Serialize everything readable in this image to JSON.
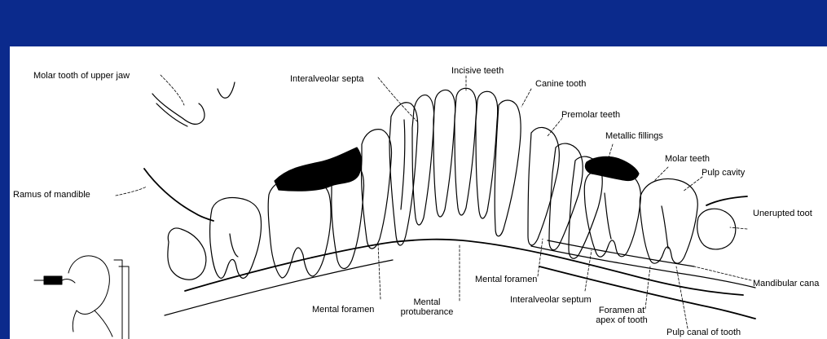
{
  "labels": {
    "molar_upper": "Molar tooth of upper jaw",
    "interalveolar_septa": "Interalveolar septa",
    "incisive_teeth": "Incisive teeth",
    "canine_tooth": "Canine tooth",
    "premolar_teeth": "Premolar teeth",
    "metallic_fillings": "Metallic fillings",
    "molar_teeth": "Molar teeth",
    "pulp_cavity": "Pulp cavity",
    "ramus": "Ramus of mandible",
    "unerupted": "Unerupted toot",
    "mandibular_canal": "Mandibular cana",
    "mental_foramen_right": "Mental foramen",
    "interalveolar_septum": "Interalveolar septum",
    "mental_foramen_left": "Mental foramen",
    "mental_protuberance_1": "Mental",
    "mental_protuberance_2": "protuberance",
    "foramen_apex_1": "Foramen at",
    "foramen_apex_2": "apex of tooth",
    "pulp_canal": "Pulp canal of tooth"
  },
  "colors": {
    "frame": "#0b2a8c",
    "panel": "#ffffff",
    "ink": "#000000"
  }
}
